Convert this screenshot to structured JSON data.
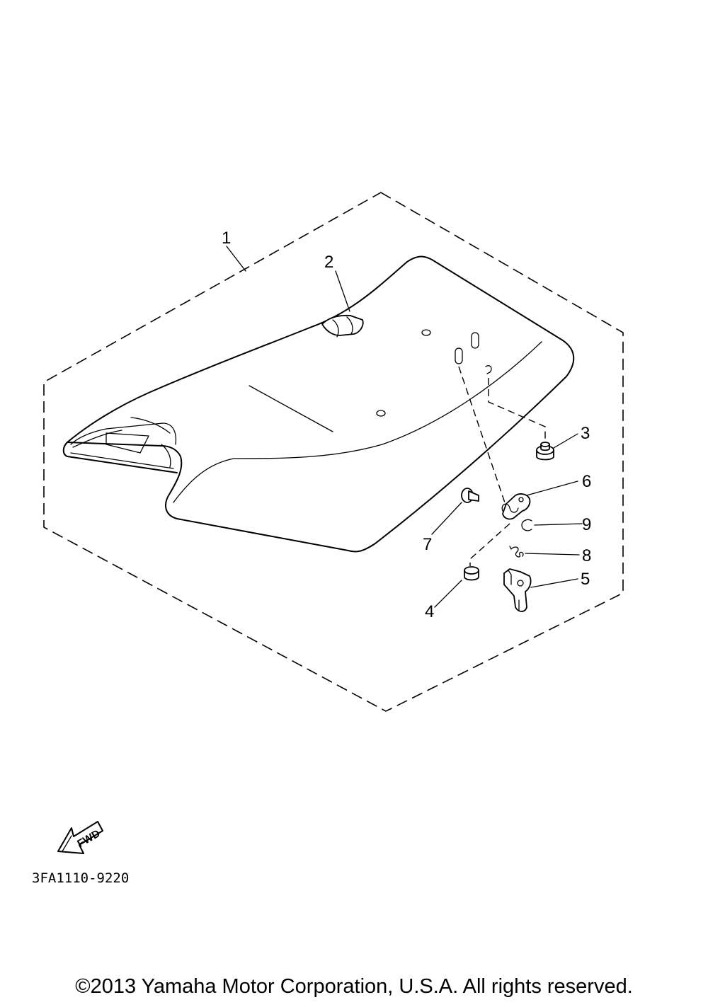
{
  "callouts": [
    "1",
    "2",
    "3",
    "4",
    "5",
    "6",
    "7",
    "8",
    "9"
  ],
  "fwd_label": "FWD",
  "drawing_code": "3FA1110-9220",
  "copyright": "©2013 Yamaha Motor Corporation, U.S.A. All rights reserved."
}
